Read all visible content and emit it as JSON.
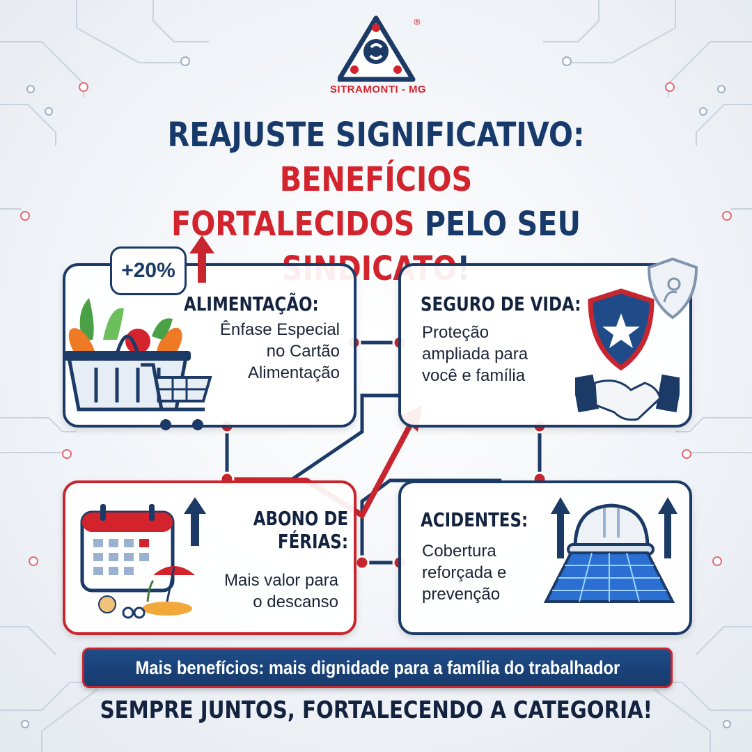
{
  "logo": {
    "name": "SITRAMONTI - MG",
    "registered": "®"
  },
  "headline": {
    "line1_a": "REAJUSTE SIGNIFICATIVO:",
    "line1_b": "BENEFÍCIOS",
    "line2_a": "FORTALECIDOS",
    "line2_b": "PELO SEU",
    "line2_c": "SINDICATO",
    "line2_d": "!"
  },
  "cards": {
    "food": {
      "badge": "+20%",
      "title": "ALIMENTAÇÃO:",
      "body": [
        "Ênfase Especial",
        "no Cartão",
        "Alimentação"
      ]
    },
    "life": {
      "title": "SEGURO DE VIDA:",
      "body": [
        "Proteção",
        "ampliada para",
        "você e família"
      ]
    },
    "vacation": {
      "title": [
        "ABONO DE",
        "FÉRIAS:"
      ],
      "body": [
        "Mais valor para",
        "o descanso"
      ]
    },
    "accidents": {
      "title": "ACIDENTES:",
      "body": [
        "Cobertura",
        "reforçada e",
        "prevenção"
      ]
    }
  },
  "banner": "Mais benefícios: mais dignidade para a família do trabalhador",
  "footer": "SEMPRE JUNTOS, FORTALECENDO A CATEGORIA!",
  "colors": {
    "navy": "#1c3a66",
    "red": "#d3242d",
    "background": "#eef2f7"
  },
  "icons": [
    "logo-triangle-icon",
    "grocery-basket-icon",
    "shopping-cart-icon",
    "arrow-up-icon",
    "shield-star-icon",
    "family-shield-icon",
    "handshake-icon",
    "calendar-icon",
    "beach-umbrella-icon",
    "hard-hat-icon",
    "solar-panel-icon"
  ]
}
